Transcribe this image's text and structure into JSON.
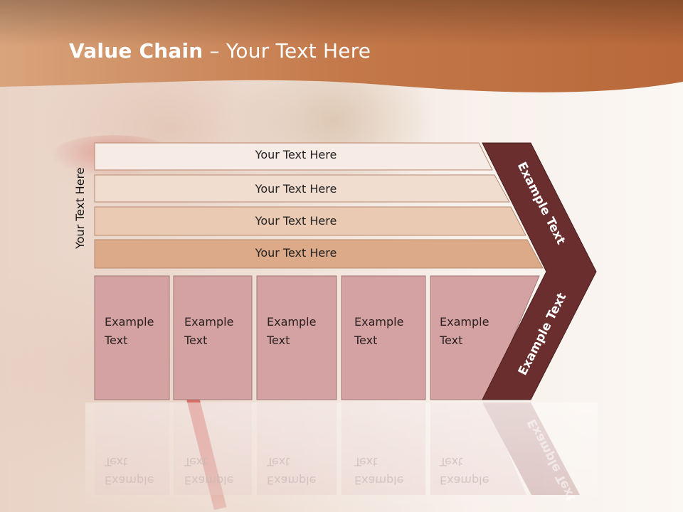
{
  "title": {
    "bold": "Value Chain",
    "rest": " – Your Text Here"
  },
  "side_label": "Your Text Here",
  "rows": [
    {
      "label": "Your Text Here"
    },
    {
      "label": "Your Text Here"
    },
    {
      "label": "Your Text Here"
    },
    {
      "label": "Your Text Here"
    }
  ],
  "cells": [
    {
      "line1": "Example",
      "line2": "Text"
    },
    {
      "line1": "Example",
      "line2": "Text"
    },
    {
      "line1": "Example",
      "line2": "Text"
    },
    {
      "line1": "Example",
      "line2": "Text"
    },
    {
      "line1": "Example",
      "line2": "Text"
    }
  ],
  "chevron": {
    "upper": "Example Text",
    "lower": "Example Text"
  },
  "colors": {
    "banner": "#b8683a",
    "chevron": "#6a2e2e",
    "cell": "#d4a2a2",
    "row4": "#dcaa88"
  }
}
